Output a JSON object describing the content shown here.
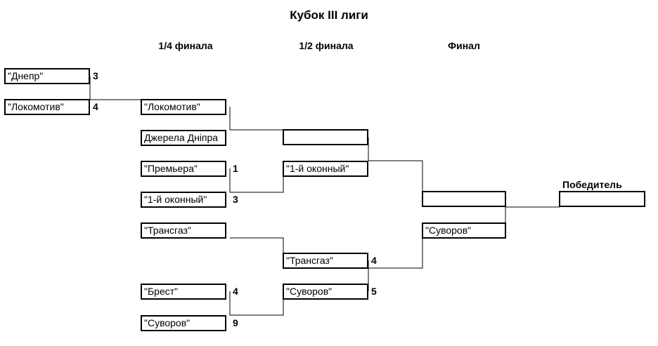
{
  "title": "Кубок III лиги",
  "headers": {
    "quarter": "1/4 финала",
    "semi": "1/2 финала",
    "final": "Финал"
  },
  "prelim": [
    {
      "team": "\"Днепр\"",
      "score": "3"
    },
    {
      "team": "\"Локомотив\"",
      "score": "4"
    }
  ],
  "quarter": [
    {
      "team": "\"Локомотив\"",
      "score": ""
    },
    {
      "team": "Джерела Дніпра",
      "score": ""
    },
    {
      "team": "\"Премьера\"",
      "score": "1"
    },
    {
      "team": "\"1-й оконный\"",
      "score": "3"
    },
    {
      "team": "\"Трансгаз\"",
      "score": ""
    },
    {
      "team": "\"Брест\"",
      "score": "4"
    },
    {
      "team": "\"Суворов\"",
      "score": "9"
    }
  ],
  "semi": [
    {
      "team": "",
      "score": ""
    },
    {
      "team": "\"1-й оконный\"",
      "score": ""
    },
    {
      "team": "\"Трансгаз\"",
      "score": "4"
    },
    {
      "team": "\"Суворов\"",
      "score": "5"
    }
  ],
  "final": [
    {
      "team": "",
      "score": ""
    },
    {
      "team": "\"Суворов\"",
      "score": ""
    }
  ],
  "winner": {
    "label": "Победитель",
    "team": ""
  }
}
